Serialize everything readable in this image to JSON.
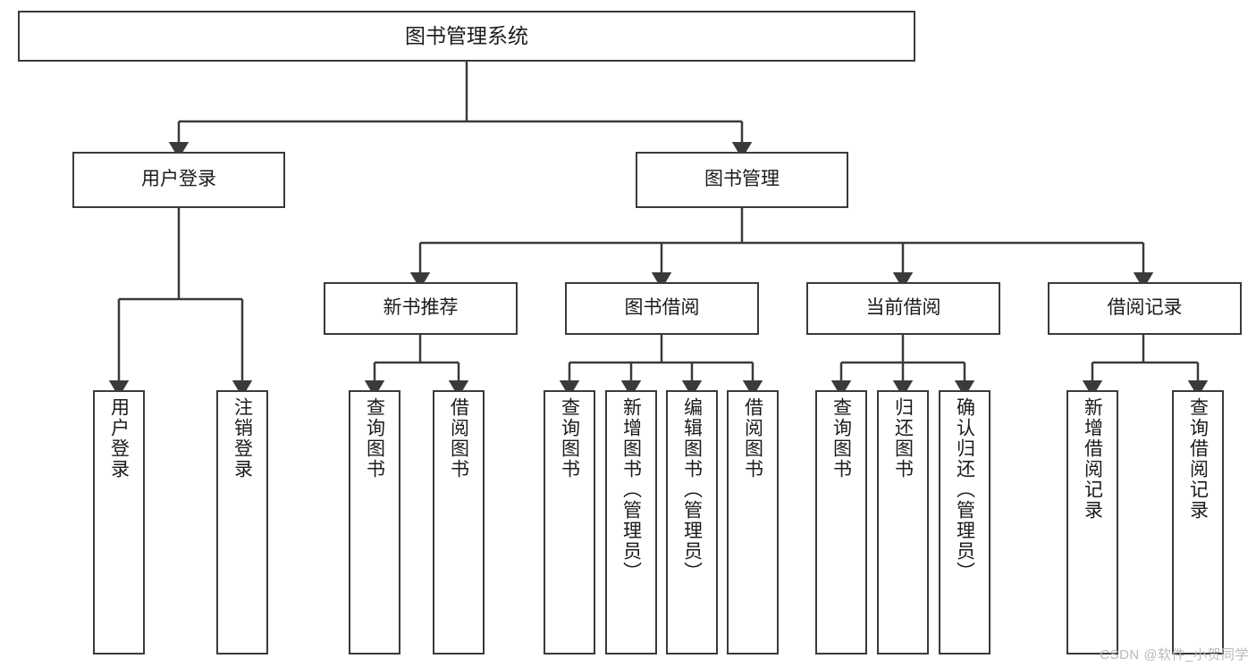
{
  "diagram": {
    "title": "图书管理系统",
    "type": "tree-hierarchy",
    "colors": {
      "stroke": "#3a3a3a",
      "fill": "#ffffff",
      "text": "#1b1b1b",
      "watermark": "#b9b9b9"
    },
    "root": {
      "label": "图书管理系统"
    },
    "level1": [
      {
        "label": "用户登录"
      },
      {
        "label": "图书管理"
      }
    ],
    "level2": [
      {
        "label": "新书推荐"
      },
      {
        "label": "图书借阅"
      },
      {
        "label": "当前借阅"
      },
      {
        "label": "借阅记录"
      }
    ],
    "leaves": {
      "user_login": [
        {
          "label": "用户登录"
        },
        {
          "label": "注销登录"
        }
      ],
      "new_book_recommend": [
        {
          "label": "查询图书"
        },
        {
          "label": "借阅图书"
        }
      ],
      "book_borrow": [
        {
          "label": "查询图书"
        },
        {
          "label": "新增图书（管理员）"
        },
        {
          "label": "编辑图书（管理员）"
        },
        {
          "label": "借阅图书"
        }
      ],
      "current_borrow": [
        {
          "label": "查询图书"
        },
        {
          "label": "归还图书"
        },
        {
          "label": "确认归还（管理员）"
        }
      ],
      "borrow_record": [
        {
          "label": "新增借阅记录"
        },
        {
          "label": "查询借阅记录"
        }
      ]
    }
  },
  "watermark": {
    "text": "CSDN @软件_小贺同学"
  }
}
